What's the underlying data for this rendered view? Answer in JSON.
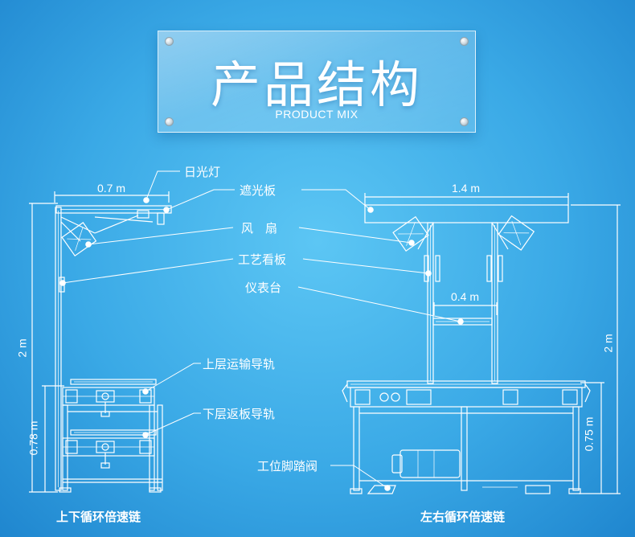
{
  "title": {
    "main": "产品结构",
    "sub": "PRODUCT MIX"
  },
  "callouts": {
    "lamp": "日光灯",
    "shade": "遮光板",
    "fan": "风　扇",
    "board": "工艺看板",
    "instrument": "仪表台",
    "upper_rail": "上层运输导轨",
    "lower_rail": "下层返板导轨",
    "pedal_valve": "工位脚踏阀"
  },
  "dimensions": {
    "left_width": "0.7 m",
    "right_width": "1.4 m",
    "instrument_width": "0.4 m",
    "left_height": "2 m",
    "right_height": "2 m",
    "left_table_height": "0.78 m",
    "right_table_height": "0.75 m"
  },
  "captions": {
    "left": "上下循环倍速链",
    "right": "左右循环倍速链"
  }
}
